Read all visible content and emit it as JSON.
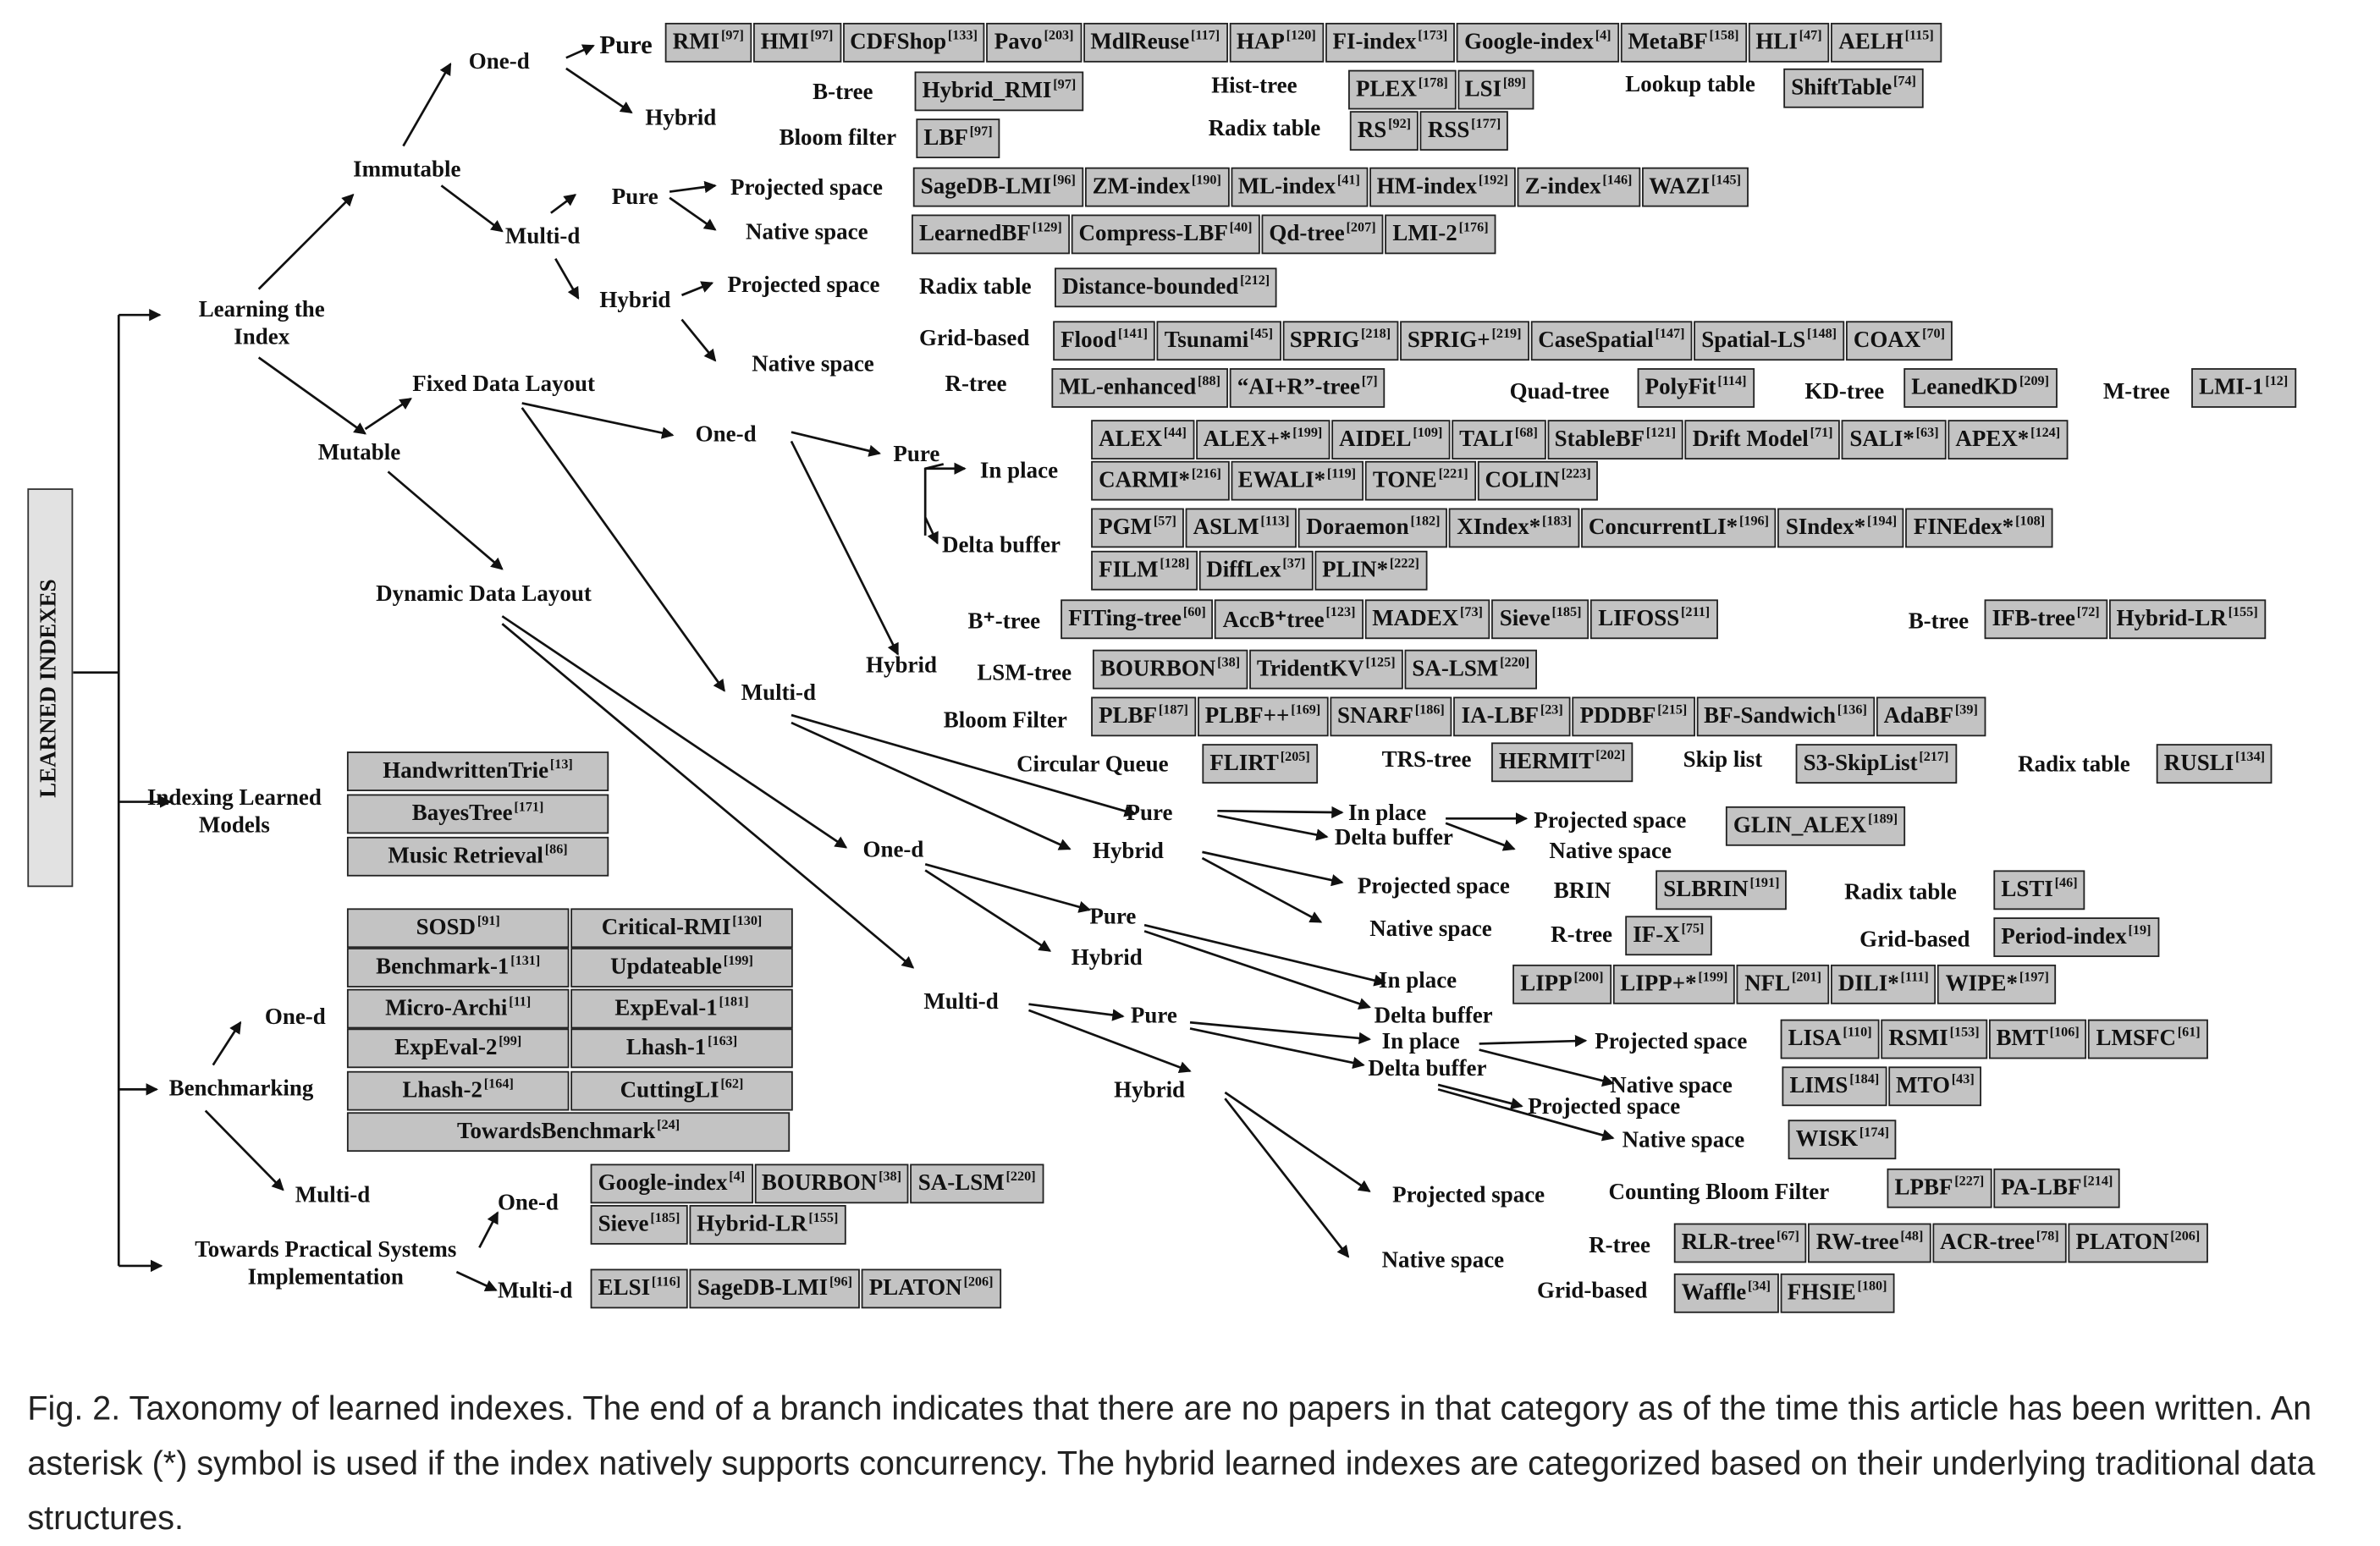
{
  "root": "LEARNED INDEXES",
  "caption": "Fig. 2.  Taxonomy of learned indexes. The end of a branch indicates that there are no papers in that category as of the time this article has been written. An asterisk (*) symbol is used if the index natively supports concurrency. The hybrid learned indexes are categorized based on their underlying traditional data structures.",
  "labels": {
    "learning_index": "Learning the Index",
    "indexing_models": "Indexing Learned Models",
    "benchmarking": "Benchmarking",
    "towards_practical": "Towards Practical Systems Implementation",
    "immutable": "Immutable",
    "mutable": "Mutable",
    "one_d": "One-d",
    "multi_d": "Multi-d",
    "pure": "Pure",
    "hybrid": "Hybrid",
    "fixed_layout": "Fixed Data Layout",
    "dynamic_layout": "Dynamic Data Layout",
    "projected_space": "Projected space",
    "native_space": "Native space",
    "in_place": "In place",
    "delta_buffer": "Delta buffer",
    "btree": "B-tree",
    "bplus_tree": "B⁺-tree",
    "hist_tree": "Hist-tree",
    "lookup_table": "Lookup table",
    "radix_table": "Radix table",
    "bloom_filter_lc": "Bloom filter",
    "bloom_filter_uc": "Bloom Filter",
    "grid_based": "Grid-based",
    "rtree": "R-tree",
    "quad_tree": "Quad-tree",
    "kd_tree": "KD-tree",
    "m_tree": "M-tree",
    "lsm_tree": "LSM-tree",
    "circular_queue": "Circular Queue",
    "trs_tree": "TRS-tree",
    "skip_list": "Skip list",
    "brin": "BRIN",
    "counting_bloom": "Counting Bloom Filter"
  },
  "groups": {
    "g_pure1d": [
      [
        "RMI",
        "97"
      ],
      [
        "HMI",
        "97"
      ],
      [
        "CDFShop",
        "133"
      ],
      [
        "Pavo",
        "203"
      ],
      [
        "MdlReuse",
        "117"
      ],
      [
        "HAP",
        "120"
      ],
      [
        "FI-index",
        "173"
      ],
      [
        "Google-index",
        "4"
      ],
      [
        "MetaBF",
        "158"
      ],
      [
        "HLI",
        "47"
      ],
      [
        "AELH",
        "115"
      ]
    ],
    "g_btree_h": [
      [
        "Hybrid_RMI",
        "97"
      ]
    ],
    "g_hist": [
      [
        "PLEX",
        "178"
      ],
      [
        "LSI",
        "89"
      ]
    ],
    "g_lookup": [
      [
        "ShiftTable",
        "74"
      ]
    ],
    "g_radix_im": [
      [
        "RS",
        "92"
      ],
      [
        "RSS",
        "177"
      ]
    ],
    "g_bloom_im": [
      [
        "LBF",
        "97"
      ]
    ],
    "g_proj_md": [
      [
        "SageDB-LMI",
        "96"
      ],
      [
        "ZM-index",
        "190"
      ],
      [
        "ML-index",
        "41"
      ],
      [
        "HM-index",
        "192"
      ],
      [
        "Z-index",
        "146"
      ],
      [
        "WAZI",
        "145"
      ]
    ],
    "g_native_md": [
      [
        "LearnedBF",
        "129"
      ],
      [
        "Compress-LBF",
        "40"
      ],
      [
        "Qd-tree",
        "207"
      ],
      [
        "LMI-2",
        "176"
      ]
    ],
    "g_radix_md": [
      [
        "Distance-bounded",
        "212"
      ]
    ],
    "g_grid_md": [
      [
        "Flood",
        "141"
      ],
      [
        "Tsunami",
        "45"
      ],
      [
        "SPRIG",
        "218"
      ],
      [
        "SPRIG+",
        "219"
      ],
      [
        "CaseSpatial",
        "147"
      ],
      [
        "Spatial-LS",
        "148"
      ],
      [
        "COAX",
        "70"
      ]
    ],
    "g_rtree_md": [
      [
        "ML-enhanced",
        "88"
      ],
      [
        "“AI+R”-tree",
        "7"
      ]
    ],
    "g_quad": [
      [
        "PolyFit",
        "114"
      ]
    ],
    "g_kd": [
      [
        "LeanedKD",
        "209"
      ]
    ],
    "g_mtree": [
      [
        "LMI-1",
        "12"
      ]
    ],
    "g_inplace1": [
      [
        "ALEX",
        "44"
      ],
      [
        "ALEX+*",
        "199"
      ],
      [
        "AIDEL",
        "109"
      ],
      [
        "TALI",
        "68"
      ],
      [
        "StableBF",
        "121"
      ],
      [
        "Drift Model",
        "71"
      ],
      [
        "SALI*",
        "63"
      ],
      [
        "APEX*",
        "124"
      ]
    ],
    "g_inplace2": [
      [
        "CARMI*",
        "216"
      ],
      [
        "EWALI*",
        "119"
      ],
      [
        "TONE",
        "221"
      ],
      [
        "COLIN",
        "223"
      ]
    ],
    "g_delta1": [
      [
        "PGM",
        "57"
      ],
      [
        "ASLM",
        "113"
      ],
      [
        "Doraemon",
        "182"
      ],
      [
        "XIndex*",
        "183"
      ],
      [
        "ConcurrentLI*",
        "196"
      ],
      [
        "SIndex*",
        "194"
      ],
      [
        "FINEdex*",
        "108"
      ]
    ],
    "g_delta2": [
      [
        "FILM",
        "128"
      ],
      [
        "DiffLex",
        "37"
      ],
      [
        "PLIN*",
        "222"
      ]
    ],
    "g_bplus": [
      [
        "FITing-tree",
        "60"
      ],
      [
        "AccB⁺tree",
        "123"
      ],
      [
        "MADEX",
        "73"
      ],
      [
        "Sieve",
        "185"
      ],
      [
        "LIFOSS",
        "211"
      ]
    ],
    "g_btree_m": [
      [
        "IFB-tree",
        "72"
      ],
      [
        "Hybrid-LR",
        "155"
      ]
    ],
    "g_lsm": [
      [
        "BOURBON",
        "38"
      ],
      [
        "TridentKV",
        "125"
      ],
      [
        "SA-LSM",
        "220"
      ]
    ],
    "g_bloom_m": [
      [
        "PLBF",
        "187"
      ],
      [
        "PLBF++",
        "169"
      ],
      [
        "SNARF",
        "186"
      ],
      [
        "IA-LBF",
        "23"
      ],
      [
        "PDDBF",
        "215"
      ],
      [
        "BF-Sandwich",
        "136"
      ],
      [
        "AdaBF",
        "39"
      ]
    ],
    "g_circ": [
      [
        "FLIRT",
        "205"
      ]
    ],
    "g_trs": [
      [
        "HERMIT",
        "202"
      ]
    ],
    "g_skip": [
      [
        "S3-SkipList",
        "217"
      ]
    ],
    "g_radix_m": [
      [
        "RUSLI",
        "134"
      ]
    ],
    "g_glin": [
      [
        "GLIN_ALEX",
        "189"
      ]
    ],
    "g_brin": [
      [
        "SLBRIN",
        "191"
      ]
    ],
    "g_radix_dd": [
      [
        "LSTI",
        "46"
      ]
    ],
    "g_rtree_dd": [
      [
        "IF-X",
        "75"
      ]
    ],
    "g_grid_dd": [
      [
        "Period-index",
        "19"
      ]
    ],
    "g_inplace_dd": [
      [
        "LIPP",
        "200"
      ],
      [
        "LIPP+*",
        "199"
      ],
      [
        "NFL",
        "201"
      ],
      [
        "DILI*",
        "111"
      ],
      [
        "WIPE*",
        "197"
      ]
    ],
    "g_proj_dm": [
      [
        "LISA",
        "110"
      ],
      [
        "RSMI",
        "153"
      ],
      [
        "BMT",
        "106"
      ],
      [
        "LMSFC",
        "61"
      ]
    ],
    "g_native_dm1": [
      [
        "LIMS",
        "184"
      ],
      [
        "MTO",
        "43"
      ]
    ],
    "g_native_dm2": [
      [
        "WISK",
        "174"
      ]
    ],
    "g_counting": [
      [
        "LPBF",
        "227"
      ],
      [
        "PA-LBF",
        "214"
      ]
    ],
    "g_rtree_dm": [
      [
        "RLR-tree",
        "67"
      ],
      [
        "RW-tree",
        "48"
      ],
      [
        "ACR-tree",
        "78"
      ],
      [
        "PLATON",
        "206"
      ]
    ],
    "g_grid_dm": [
      [
        "Waffle",
        "34"
      ],
      [
        "FHSIE",
        "180"
      ]
    ],
    "g_idx_models": [
      [
        "HandwrittenTrie",
        "13"
      ],
      [
        "BayesTree",
        "171"
      ],
      [
        "Music Retrieval",
        "86"
      ]
    ],
    "g_bench1_a": [
      [
        "SOSD",
        "91"
      ],
      [
        "Critical-RMI",
        "130"
      ]
    ],
    "g_bench1_b": [
      [
        "Benchmark-1",
        "131"
      ],
      [
        "Updateable",
        "199"
      ]
    ],
    "g_bench1_c": [
      [
        "Micro-Archi",
        "11"
      ],
      [
        "ExpEval-1",
        "181"
      ]
    ],
    "g_bench1_d": [
      [
        "ExpEval-2",
        "99"
      ],
      [
        "Lhash-1",
        "163"
      ]
    ],
    "g_bench1_e": [
      [
        "Lhash-2",
        "164"
      ],
      [
        "CuttingLI",
        "62"
      ]
    ],
    "g_bench1_f": [
      [
        "TowardsBenchmark",
        "24"
      ]
    ],
    "g_prac1_a": [
      [
        "Google-index",
        "4"
      ],
      [
        "BOURBON",
        "38"
      ],
      [
        "SA-LSM",
        "220"
      ]
    ],
    "g_prac1_b": [
      [
        "Sieve",
        "185"
      ],
      [
        "Hybrid-LR",
        "155"
      ]
    ],
    "g_pracm": [
      [
        "ELSI",
        "116"
      ],
      [
        "SageDB-LMI",
        "96"
      ],
      [
        "PLATON",
        "206"
      ]
    ]
  }
}
